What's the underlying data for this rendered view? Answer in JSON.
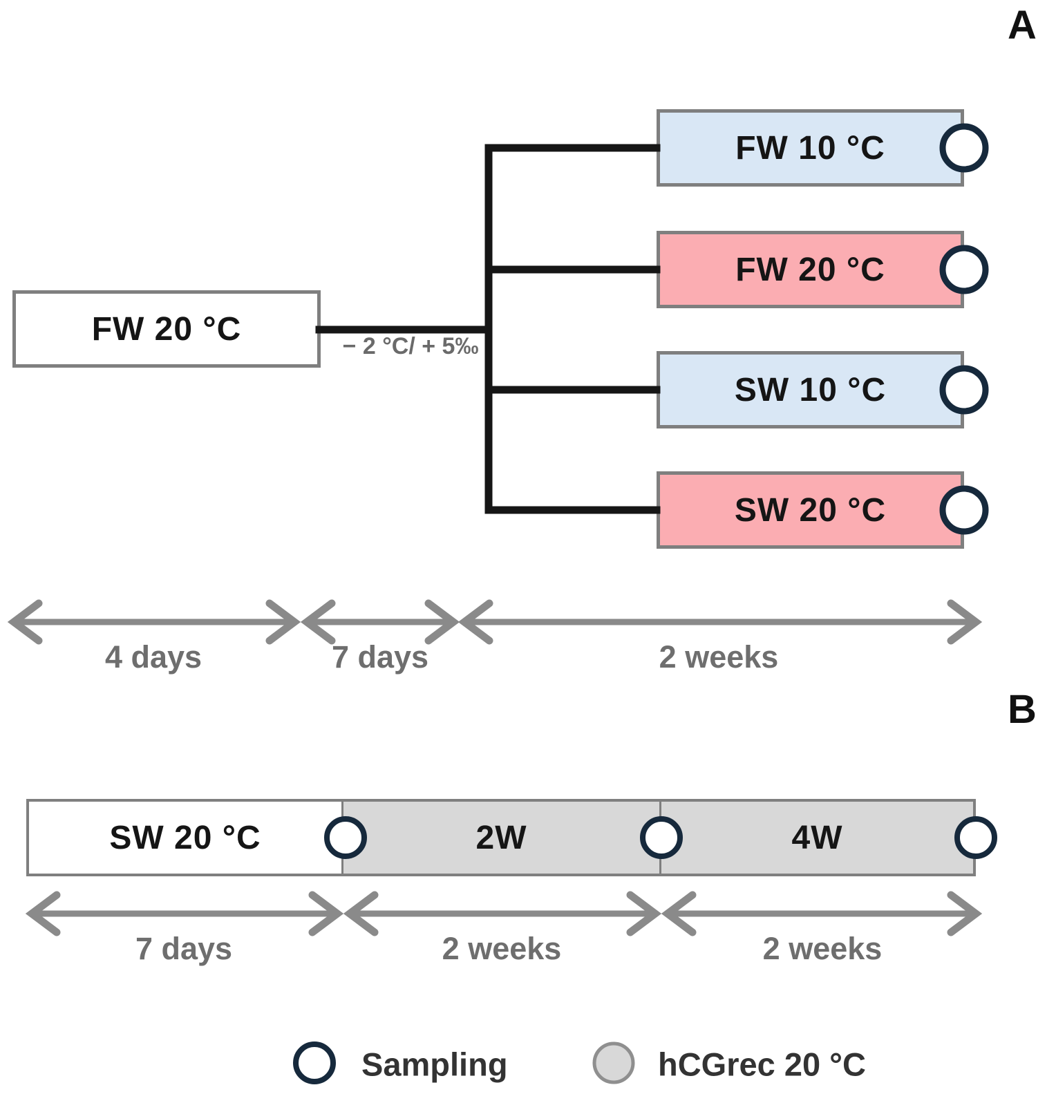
{
  "figure": {
    "panel_a_label": "A",
    "panel_b_label": "B"
  },
  "panel_a": {
    "source_box": {
      "label": "FW 20 °C",
      "fill": "#ffffff"
    },
    "transition_label": "− 2 °C/ + 5‰",
    "branches": [
      {
        "label": "FW 10 °C",
        "fill": "#d9e7f5"
      },
      {
        "label": "FW 20 °C",
        "fill": "#fbadb2"
      },
      {
        "label": "SW 10 °C",
        "fill": "#d9e7f5"
      },
      {
        "label": "SW 20 °C",
        "fill": "#fbadb2"
      }
    ],
    "timeline_labels": [
      "4 days",
      "7 days",
      "2 weeks"
    ]
  },
  "panel_b": {
    "segments": [
      {
        "label": "SW 20 °C",
        "fill": "#ffffff"
      },
      {
        "label": "2W",
        "fill": "#d8d8d8"
      },
      {
        "label": "4W",
        "fill": "#d8d8d8"
      }
    ],
    "timeline_labels": [
      "7 days",
      "2 weeks",
      "2 weeks"
    ]
  },
  "legend": {
    "sampling": "Sampling",
    "hcgrec": "hCGrec 20 °C"
  },
  "colors": {
    "cold_blue": "#d9e7f5",
    "warm_pink": "#fbadb2",
    "hcgrec_gray": "#d8d8d8",
    "box_border_gray": "#7f7f7f",
    "tree_black": "#161616",
    "arrow_gray": "#8a8a8a",
    "sampling_navy": "#16293c"
  }
}
